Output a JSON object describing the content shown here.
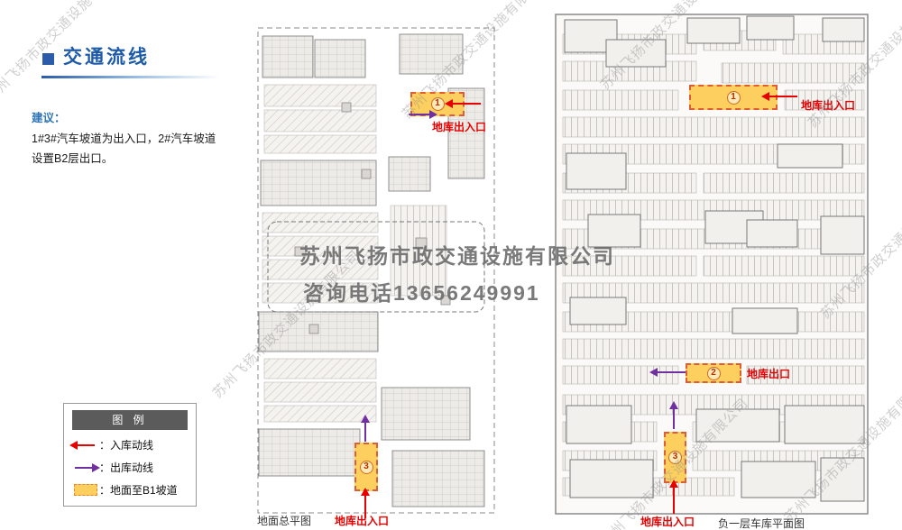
{
  "header": {
    "title": "交通流线"
  },
  "suggestion": {
    "label": "建议：",
    "line1": "1#3#汽车坡道为出入口，2#汽车坡道",
    "line2": "设置B2层出口。"
  },
  "legend": {
    "title": "图  例",
    "items": [
      {
        "name": "entry-flow",
        "label": "：入库动线"
      },
      {
        "name": "exit-flow",
        "label": "：出库动线"
      },
      {
        "name": "ramp-swatch",
        "label": "：地面至B1坡道"
      }
    ]
  },
  "plans": {
    "ground": {
      "caption": "地面总平图",
      "markers": {
        "m1": "1",
        "m3": "3"
      },
      "labels": {
        "entrance1": "地库出入口",
        "entrance3": "地库出入口"
      }
    },
    "basement": {
      "caption": "负一层车库平面图",
      "markers": {
        "m1": "1",
        "m2": "2",
        "m3": "3"
      },
      "labels": {
        "entrance1": "地库出入口",
        "exit2": "地库出口",
        "entrance3": "地库出入口"
      }
    }
  },
  "watermark": {
    "company": "苏州飞扬市政交通设施有限公司",
    "phone": "咨询电话13656249991"
  },
  "colors": {
    "accent_blue": "#1d5aa7",
    "entry_red": "#e60000",
    "exit_purple": "#7030a0",
    "ramp_yellow": "#fccf5f"
  }
}
